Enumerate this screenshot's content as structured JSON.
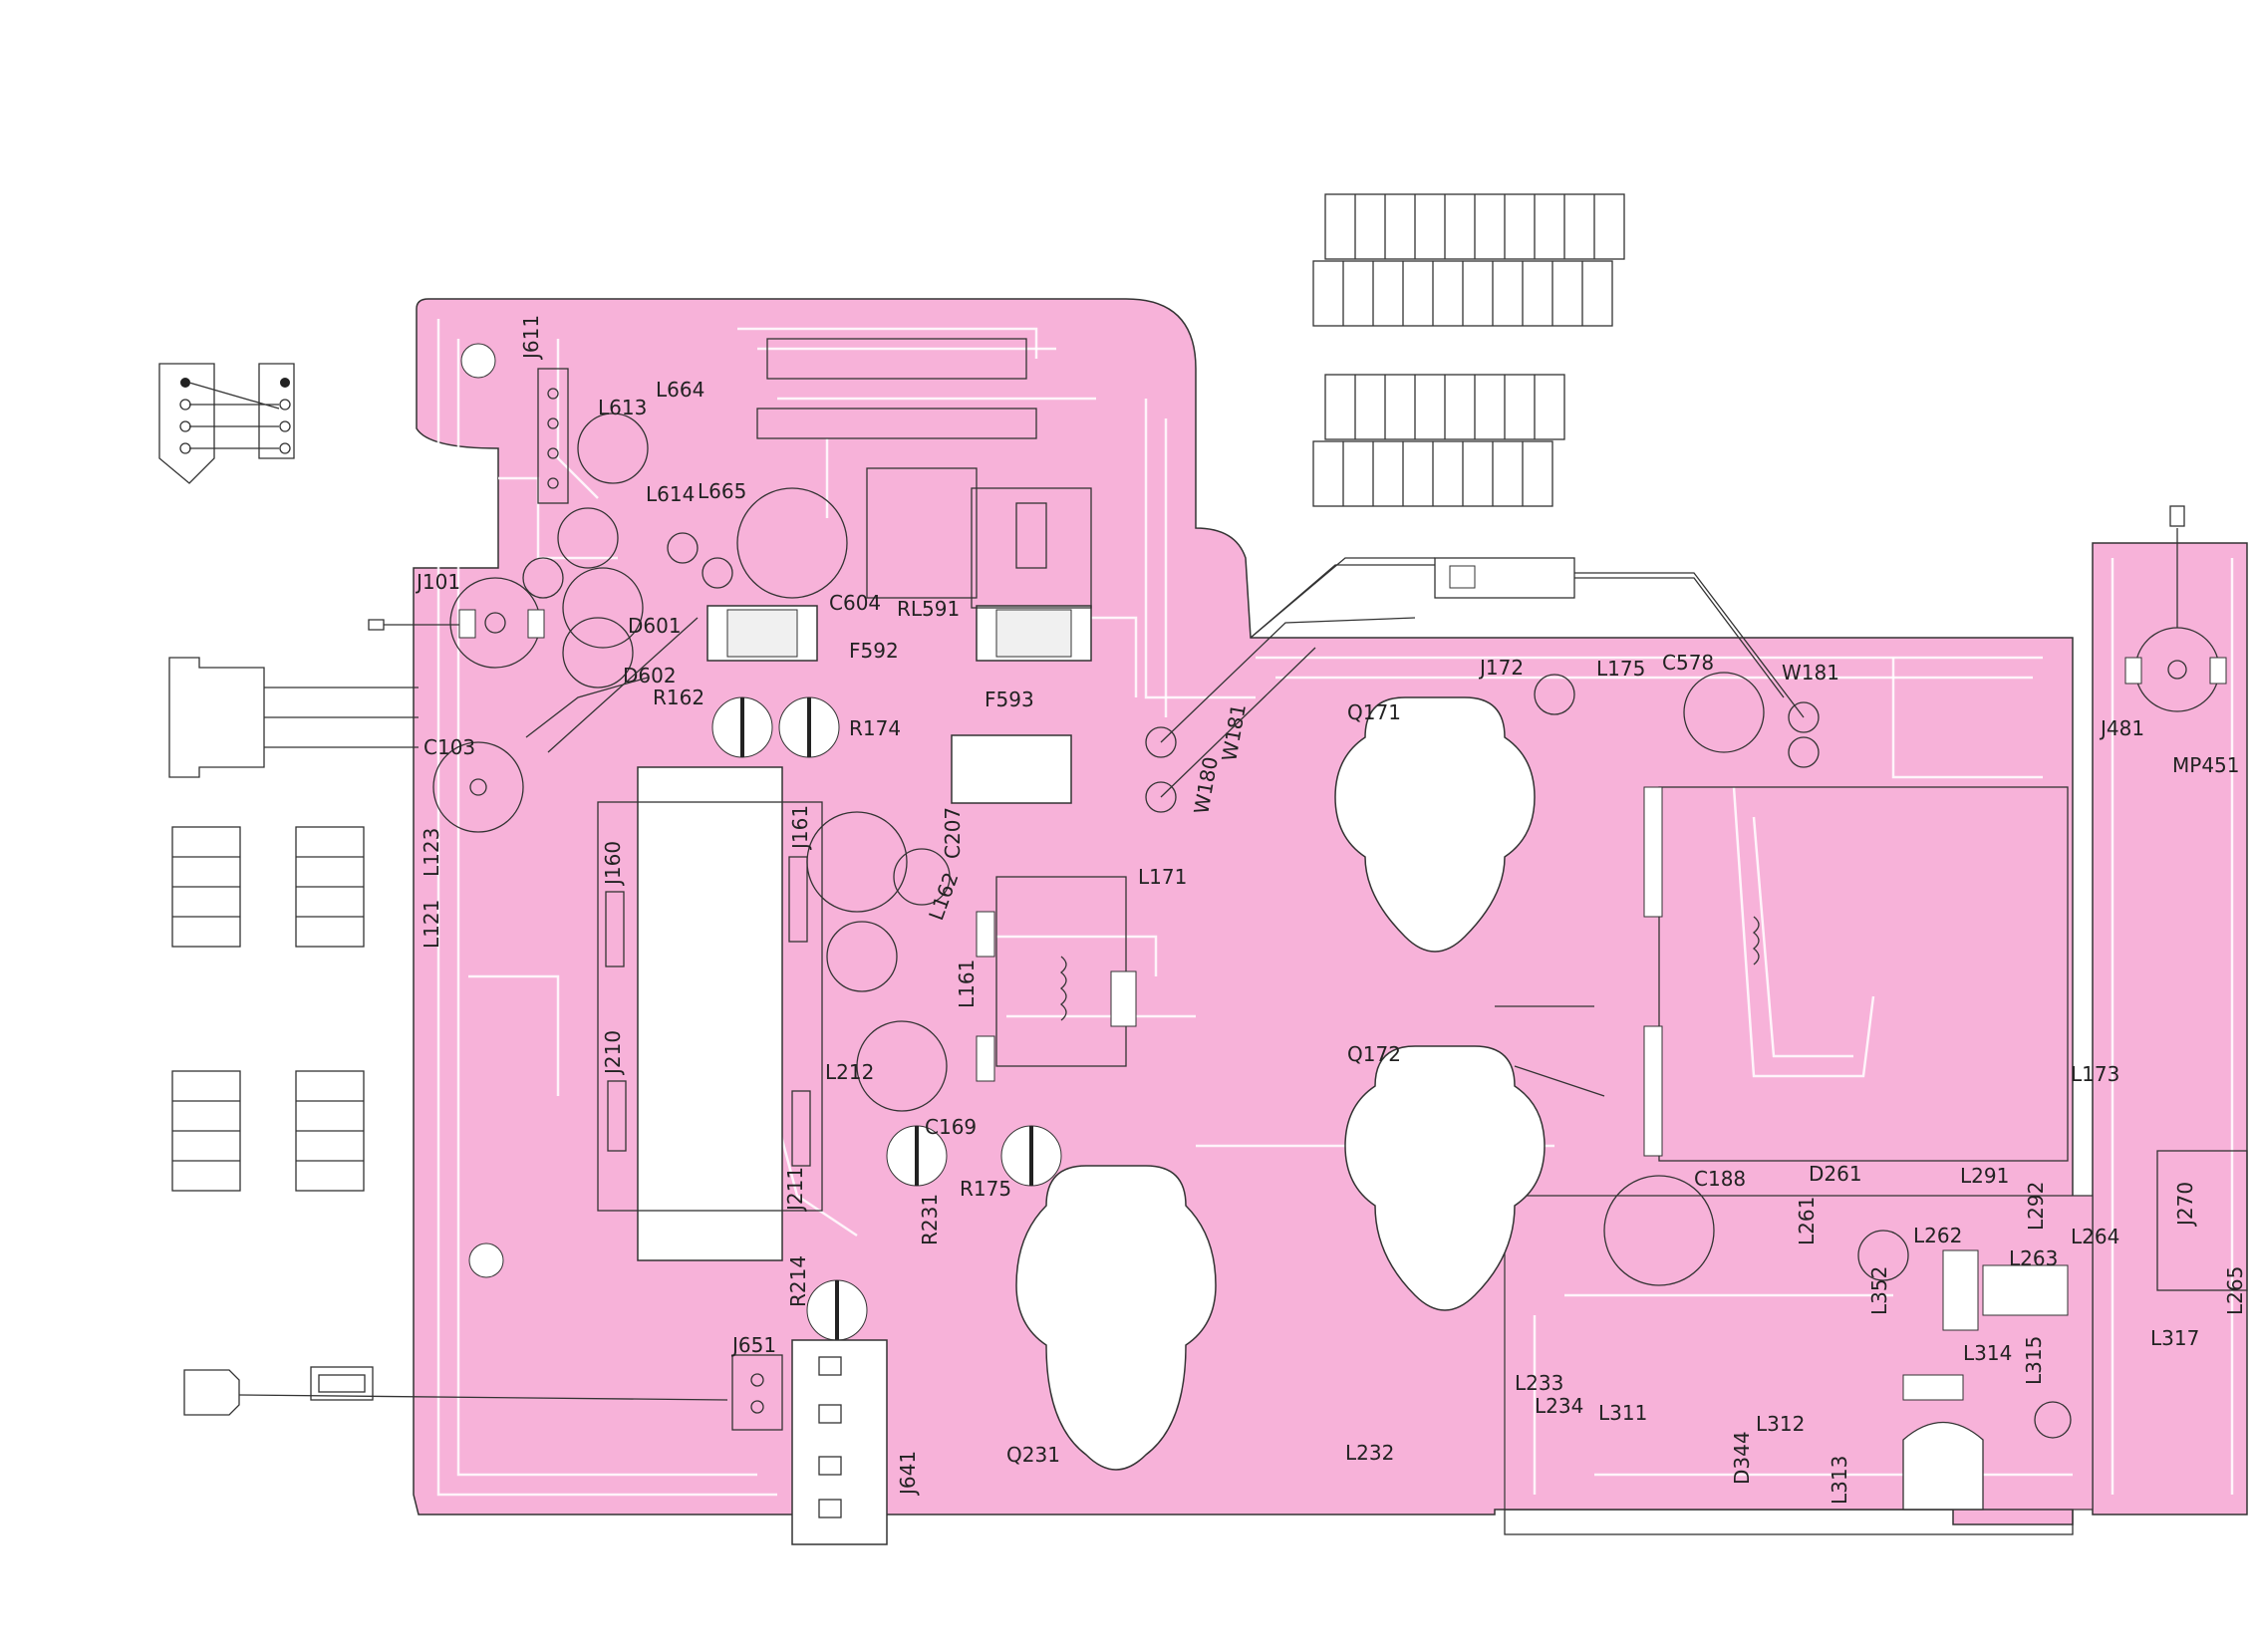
{
  "labels": {
    "J611": "J611",
    "L664": "L664",
    "L613": "L613",
    "L614": "L614",
    "L665": "L665",
    "J101": "J101",
    "D601": "D601",
    "D602": "D602",
    "C103": "C103",
    "R162": "R162",
    "R174": "R174",
    "F592": "F592",
    "F593": "F593",
    "C604": "C604",
    "RL591": "RL591",
    "L123": "L123",
    "L121": "L121",
    "J160": "J160",
    "J161": "J161",
    "J210": "J210",
    "J211": "J211",
    "R214": "R214",
    "J651": "J651",
    "J641": "J641",
    "C207": "C207",
    "L162": "L162",
    "L161": "L161",
    "L212": "L212",
    "C169": "C169",
    "R175": "R175",
    "R231": "R231",
    "L171": "L171",
    "Q231": "Q231",
    "W180": "W180",
    "W181_a": "W181",
    "W181_b": "W181",
    "J172": "J172",
    "L175": "L175",
    "C578": "C578",
    "Q171": "Q171",
    "Q172": "Q172",
    "J481": "J481",
    "MP451": "MP451",
    "L173": "L173",
    "C188": "C188",
    "D261": "D261",
    "L291": "L291",
    "L292": "L292",
    "J270": "J270",
    "L262": "L262",
    "L261": "L261",
    "L264": "L264",
    "L263": "L263",
    "L352": "L352",
    "L265": "L265",
    "L314": "L314",
    "L315": "L315",
    "L317": "L317",
    "L233": "L233",
    "L234": "L234",
    "L311": "L311",
    "L312": "L312",
    "D344": "D344",
    "L313": "L313",
    "L232": "L232"
  },
  "colors": {
    "board": "#f7b2d9",
    "outline": "#333333",
    "trace": "#ffffff"
  }
}
